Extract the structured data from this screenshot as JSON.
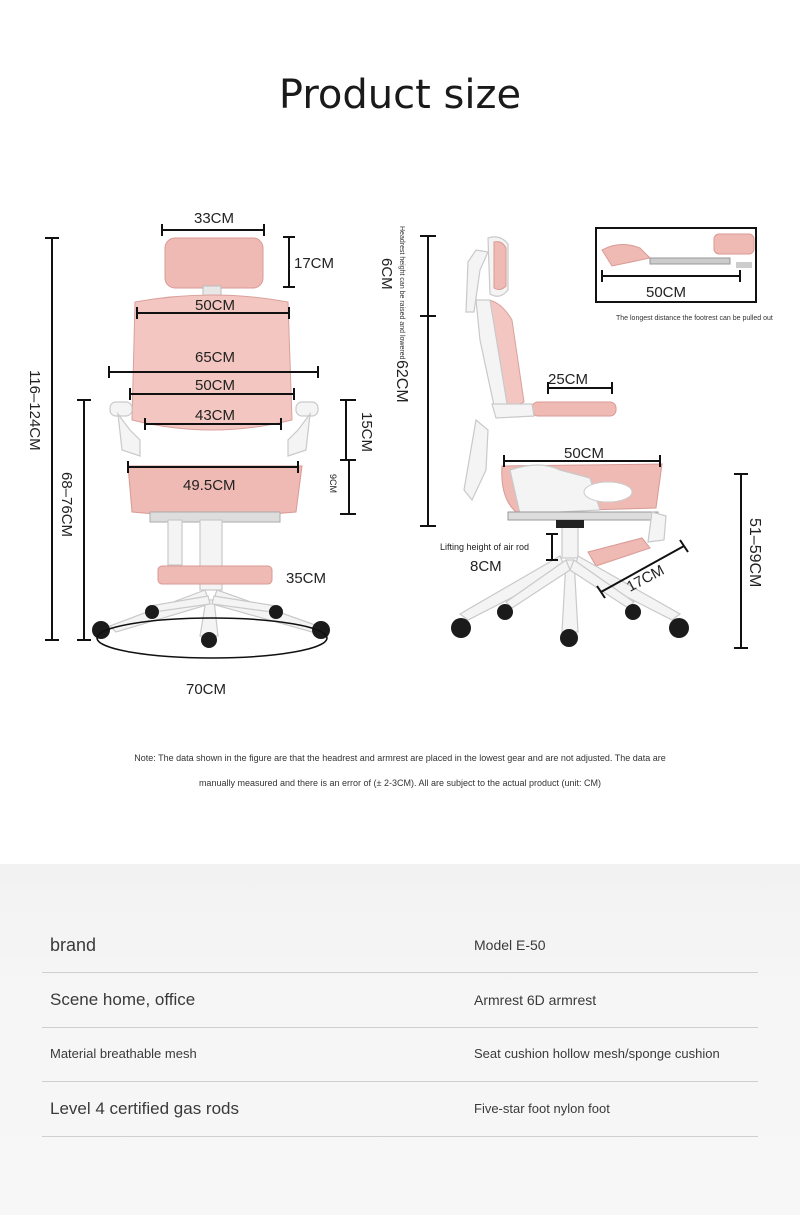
{
  "title": "Product size",
  "front_view": {
    "headrest_width": "33CM",
    "headrest_height": "17CM",
    "backrest_top_width": "50CM",
    "overall_width": "65CM",
    "backrest_mid_width": "50CM",
    "seat_back_width": "43CM",
    "armrest_adjust": "15CM",
    "seat_width": "49.5CM",
    "seat_thickness": "9CM",
    "total_height": "116–124CM",
    "armrest_height": "68–76CM",
    "footrest_width": "35CM",
    "base_diameter": "70CM"
  },
  "side_view": {
    "small_note": "Headrest height can be raised and lowered",
    "headrest_adjust": "6CM",
    "backrest_height": "62CM",
    "armrest_depth": "25CM",
    "seat_depth": "50CM",
    "lifting_label": "Lifting height of air rod",
    "lifting_value": "8CM",
    "footrest_depth": "17CM",
    "seat_height": "51–59CM",
    "inset_value": "50CM",
    "inset_caption": "The longest distance the footrest can be pulled out"
  },
  "note": {
    "line1": "Note: The data shown in the figure are that the headrest and armrest are placed in the lowest gear and are not adjusted. The data are",
    "line2": "manually measured and there is an error of (± 2-3CM). All are subject to the actual product (unit: CM)"
  },
  "specs": [
    {
      "left": "brand",
      "right": "Model E-50"
    },
    {
      "left": "Scene home, office",
      "right": "Armrest 6D armrest"
    },
    {
      "left": "Material breathable mesh",
      "right": "Seat cushion hollow mesh/sponge cushion"
    },
    {
      "left": "Level 4 certified gas rods",
      "right": "Five-star foot nylon foot"
    }
  ],
  "colors": {
    "chair_pink": "#efb9b4",
    "frame_white": "#f4f4f4",
    "wheel_black": "#1b1b1b",
    "spec_bg": "#f2f2f2"
  }
}
